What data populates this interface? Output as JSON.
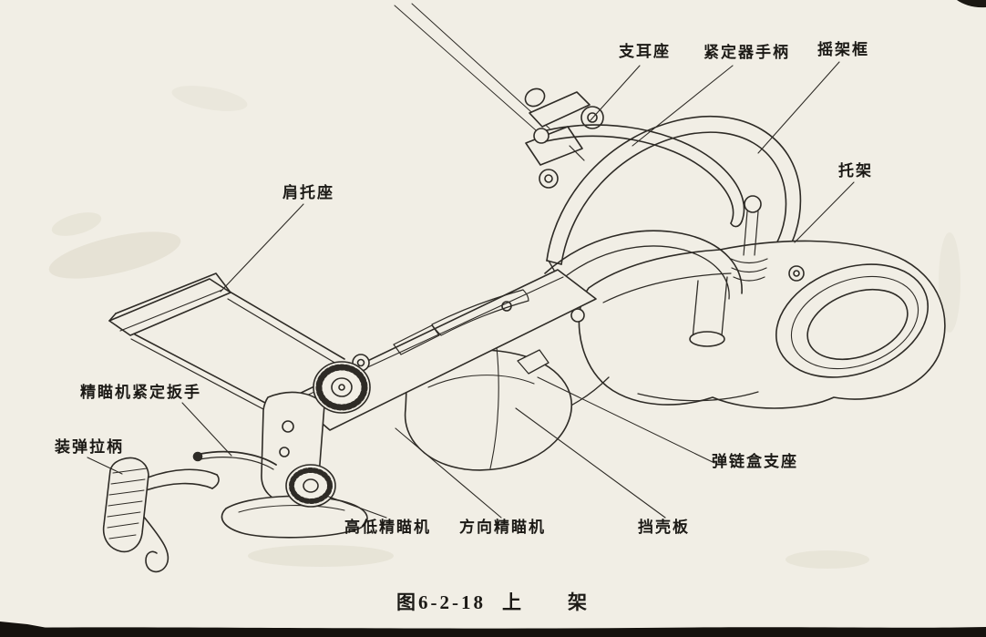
{
  "page": {
    "background_color": "#f1eee5",
    "ink_color": "#2e2b26",
    "scan_edge_color": "#15120e"
  },
  "figure": {
    "number": "图6-2-18",
    "title": "上　　架"
  },
  "labels": [
    {
      "id": "trunnion-seat",
      "text": "支耳座"
    },
    {
      "id": "clamp-handle",
      "text": "紧定器手柄"
    },
    {
      "id": "cradle-frame",
      "text": "摇架框"
    },
    {
      "id": "carrier-bracket",
      "text": "托架"
    },
    {
      "id": "shoulder-rest-seat",
      "text": "肩托座"
    },
    {
      "id": "fine-sight-lock-wrench",
      "text": "精瞄机紧定扳手"
    },
    {
      "id": "loading-handle",
      "text": "装弹拉柄"
    },
    {
      "id": "elevation-fine-sight",
      "text": "高低精瞄机"
    },
    {
      "id": "traverse-fine-sight",
      "text": "方向精瞄机"
    },
    {
      "id": "case-guard-plate",
      "text": "挡壳板"
    },
    {
      "id": "belt-box-support",
      "text": "弹链盒支座"
    }
  ]
}
